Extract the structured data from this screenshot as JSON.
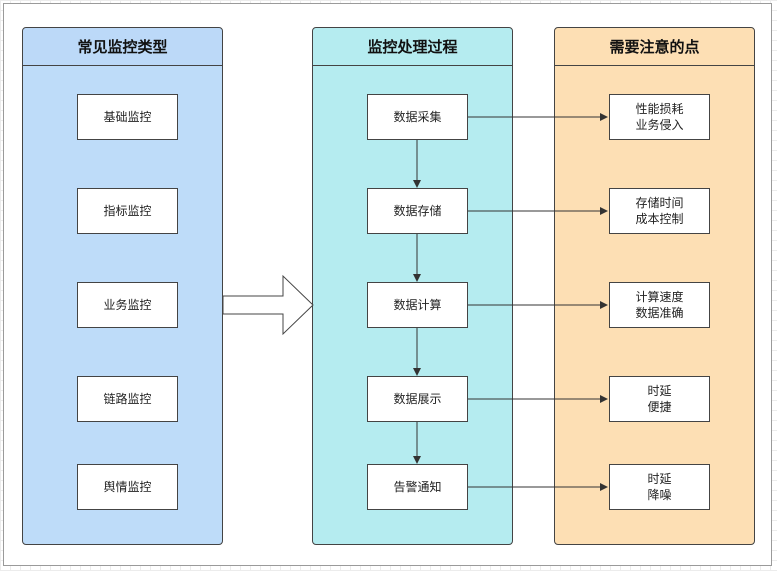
{
  "lanes": {
    "types": {
      "title": "常见监控类型",
      "items": [
        "基础监控",
        "指标监控",
        "业务监控",
        "链路监控",
        "舆情监控"
      ]
    },
    "process": {
      "title": "监控处理过程",
      "steps": [
        "数据采集",
        "数据存储",
        "数据计算",
        "数据展示",
        "告警通知"
      ]
    },
    "notes": {
      "title": "需要注意的点",
      "items": [
        [
          "性能损耗",
          "业务侵入"
        ],
        [
          "存储时间",
          "成本控制"
        ],
        [
          "计算速度",
          "数据准确"
        ],
        [
          "时延",
          "便捷"
        ],
        [
          "时延",
          "降噪"
        ]
      ]
    }
  },
  "colors": {
    "types_lane": "#bedcf9",
    "process_lane": "#b5ecf0",
    "notes_lane": "#fddfb4",
    "line": "#333333"
  }
}
